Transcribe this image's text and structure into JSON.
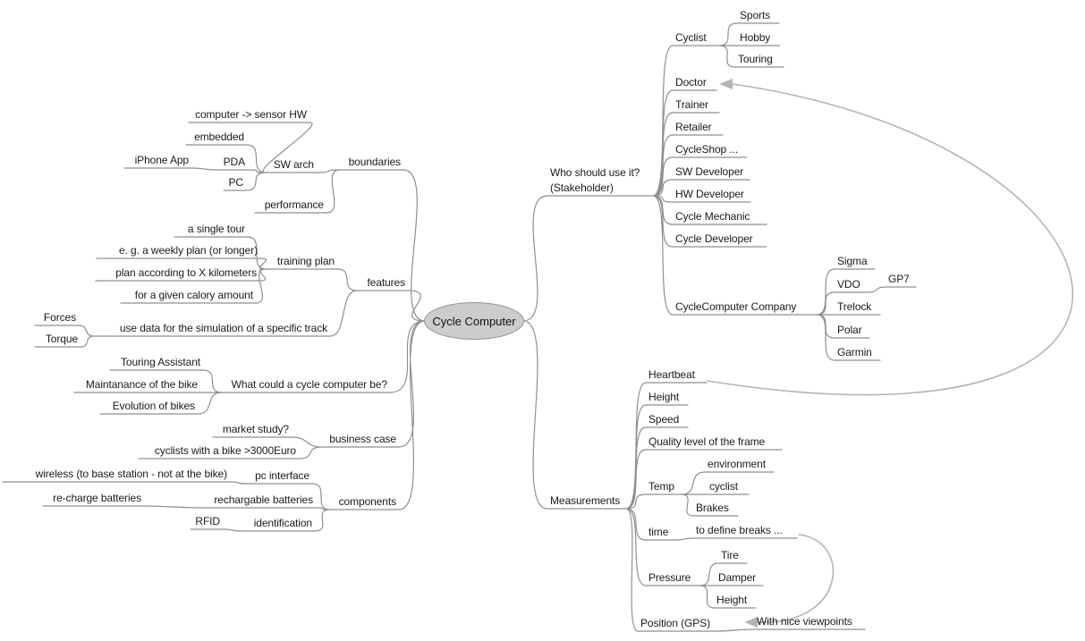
{
  "app": {
    "title": "Cycle Computer mind map"
  },
  "colors": {
    "background": "#ffffff",
    "edge": "#8f8f8f",
    "connector": "#b4b4b4",
    "root_fill": "#cccccc",
    "root_border": "#919191",
    "text": "#1a1a1a"
  },
  "root": "Cycle Computer",
  "left": {
    "boundaries": "boundaries",
    "sw_arch": "SW arch",
    "computer_sensor_hw": "computer -> sensor HW",
    "embedded": "embedded",
    "pda": "PDA",
    "iphone_app": "iPhone App",
    "pc": "PC",
    "performance": "performance",
    "features": "features",
    "training_plan": "training plan",
    "a_single_tour": "a single tour",
    "weekly_plan": "e. g. a weekly plan (or longer)",
    "plan_km": "plan according to X kilometers",
    "calory": "for a given calory amount",
    "simulation": "use data for the simulation of a specific track",
    "forces": "Forces",
    "torque": "Torque",
    "what_could": "What could a cycle computer be?",
    "touring_assistant": "Touring Assistant",
    "maintanance": "Maintanance of the bike",
    "evolution": "Evolution of bikes",
    "business_case": "business case",
    "market_study": "market study?",
    "cyclists_3000": "cyclists with a bike >3000Euro",
    "components": "components",
    "pc_interface": "pc interface",
    "wireless": "wireless (to base station - not at the bike)",
    "rechargable_batteries": "rechargable batteries",
    "recharge_batteries": "re-charge batteries",
    "identification": "identification",
    "rfid": "RFID"
  },
  "right": {
    "who_line1": "Who should use it?",
    "who_line2": "(Stakeholder)",
    "cyclist": "Cyclist",
    "sports": "Sports",
    "hobby": "Hobby",
    "touring": "Touring",
    "doctor": "Doctor",
    "trainer": "Trainer",
    "retailer": "Retailer",
    "cycleshop": "CycleShop ...",
    "sw_developer": "SW Developer",
    "hw_developer": "HW Developer",
    "cycle_mechanic": "Cycle Mechanic",
    "cycle_developer": "Cycle Developer",
    "cyclecomputer_company": "CycleComputer Company",
    "sigma": "Sigma",
    "vdo": "VDO",
    "gp7": "GP7",
    "trelock": "Trelock",
    "polar": "Polar",
    "garmin": "Garmin",
    "measurements": "Measurements",
    "heartbeat": "Heartbeat",
    "height": "Height",
    "speed": "Speed",
    "quality": "Quality level of the frame",
    "temp": "Temp",
    "environment": "environment",
    "cyclist_temp": "cyclist",
    "brakes": "Brakes",
    "time": "time",
    "define_breaks": "to define breaks ...",
    "pressure": "Pressure",
    "tire": "Tire",
    "damper": "Damper",
    "height_pressure": "Height",
    "position_gps": "Position (GPS)",
    "viewpoints": "With nice viewpoints"
  },
  "connectors": [
    {
      "from": "Heartbeat",
      "to": "Doctor"
    },
    {
      "from": "to define breaks ...",
      "to": "With nice viewpoints"
    }
  ]
}
